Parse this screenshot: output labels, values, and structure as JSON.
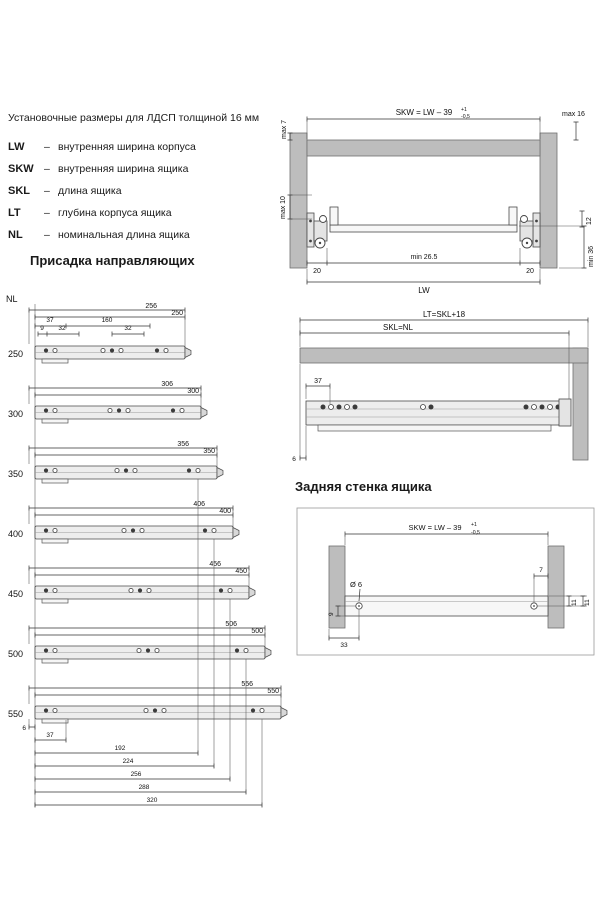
{
  "header": {
    "intro": "Установочные размеры для ЛДСП толщиной 16 мм",
    "dash": "–",
    "legend": [
      {
        "term": "LW",
        "desc": "внутренняя ширина корпуса"
      },
      {
        "term": "SKW",
        "desc": "внутренняя ширина ящика"
      },
      {
        "term": "SKL",
        "desc": "длина ящика"
      },
      {
        "term": "LT",
        "desc": "глубина корпуса ящика"
      },
      {
        "term": "NL",
        "desc": "номинальная длина ящика"
      }
    ]
  },
  "sections": {
    "rails_title": "Присадка направляющих",
    "back_title": "Задняя стенка ящика"
  },
  "rail_diagram": {
    "axis_label": "NL",
    "rows": [
      {
        "nl": "250",
        "outer": "256",
        "inner": "250"
      },
      {
        "nl": "300",
        "outer": "306",
        "inner": "300"
      },
      {
        "nl": "350",
        "outer": "356",
        "inner": "350"
      },
      {
        "nl": "400",
        "outer": "406",
        "inner": "400"
      },
      {
        "nl": "450",
        "outer": "456",
        "inner": "450"
      },
      {
        "nl": "500",
        "outer": "506",
        "inner": "500"
      },
      {
        "nl": "550",
        "outer": "556",
        "inner": "550"
      }
    ],
    "front_dims": {
      "d37": "37",
      "d160": "160",
      "d9": "9",
      "d32a": "32",
      "d32b": "32"
    },
    "bottom_dims": {
      "d6": "6",
      "d37": "37",
      "steps": [
        "192",
        "224",
        "256",
        "288",
        "320"
      ]
    }
  },
  "front_section": {
    "skw_formula": "SKW = LW – 39",
    "tol_plus": "+1",
    "tol_minus": "-0,5",
    "max7": "max 7",
    "max16": "max 16",
    "max10": "max 10",
    "d12": "12",
    "d20_left": "20",
    "min265": "min 26.5",
    "d20_right": "20",
    "lw": "LW",
    "min36": "min 36"
  },
  "side_section": {
    "lt_formula": "LT=SKL+18",
    "skl_formula": "SKL=NL",
    "d37": "37",
    "d6": "6"
  },
  "back_section": {
    "skw_formula": "SKW = LW – 39",
    "tol_plus": "+1",
    "tol_minus": "-0,5",
    "dia": "Ø 6",
    "d7": "7",
    "d11a": "11",
    "d11b": "11",
    "d9": "9",
    "d33": "33"
  }
}
